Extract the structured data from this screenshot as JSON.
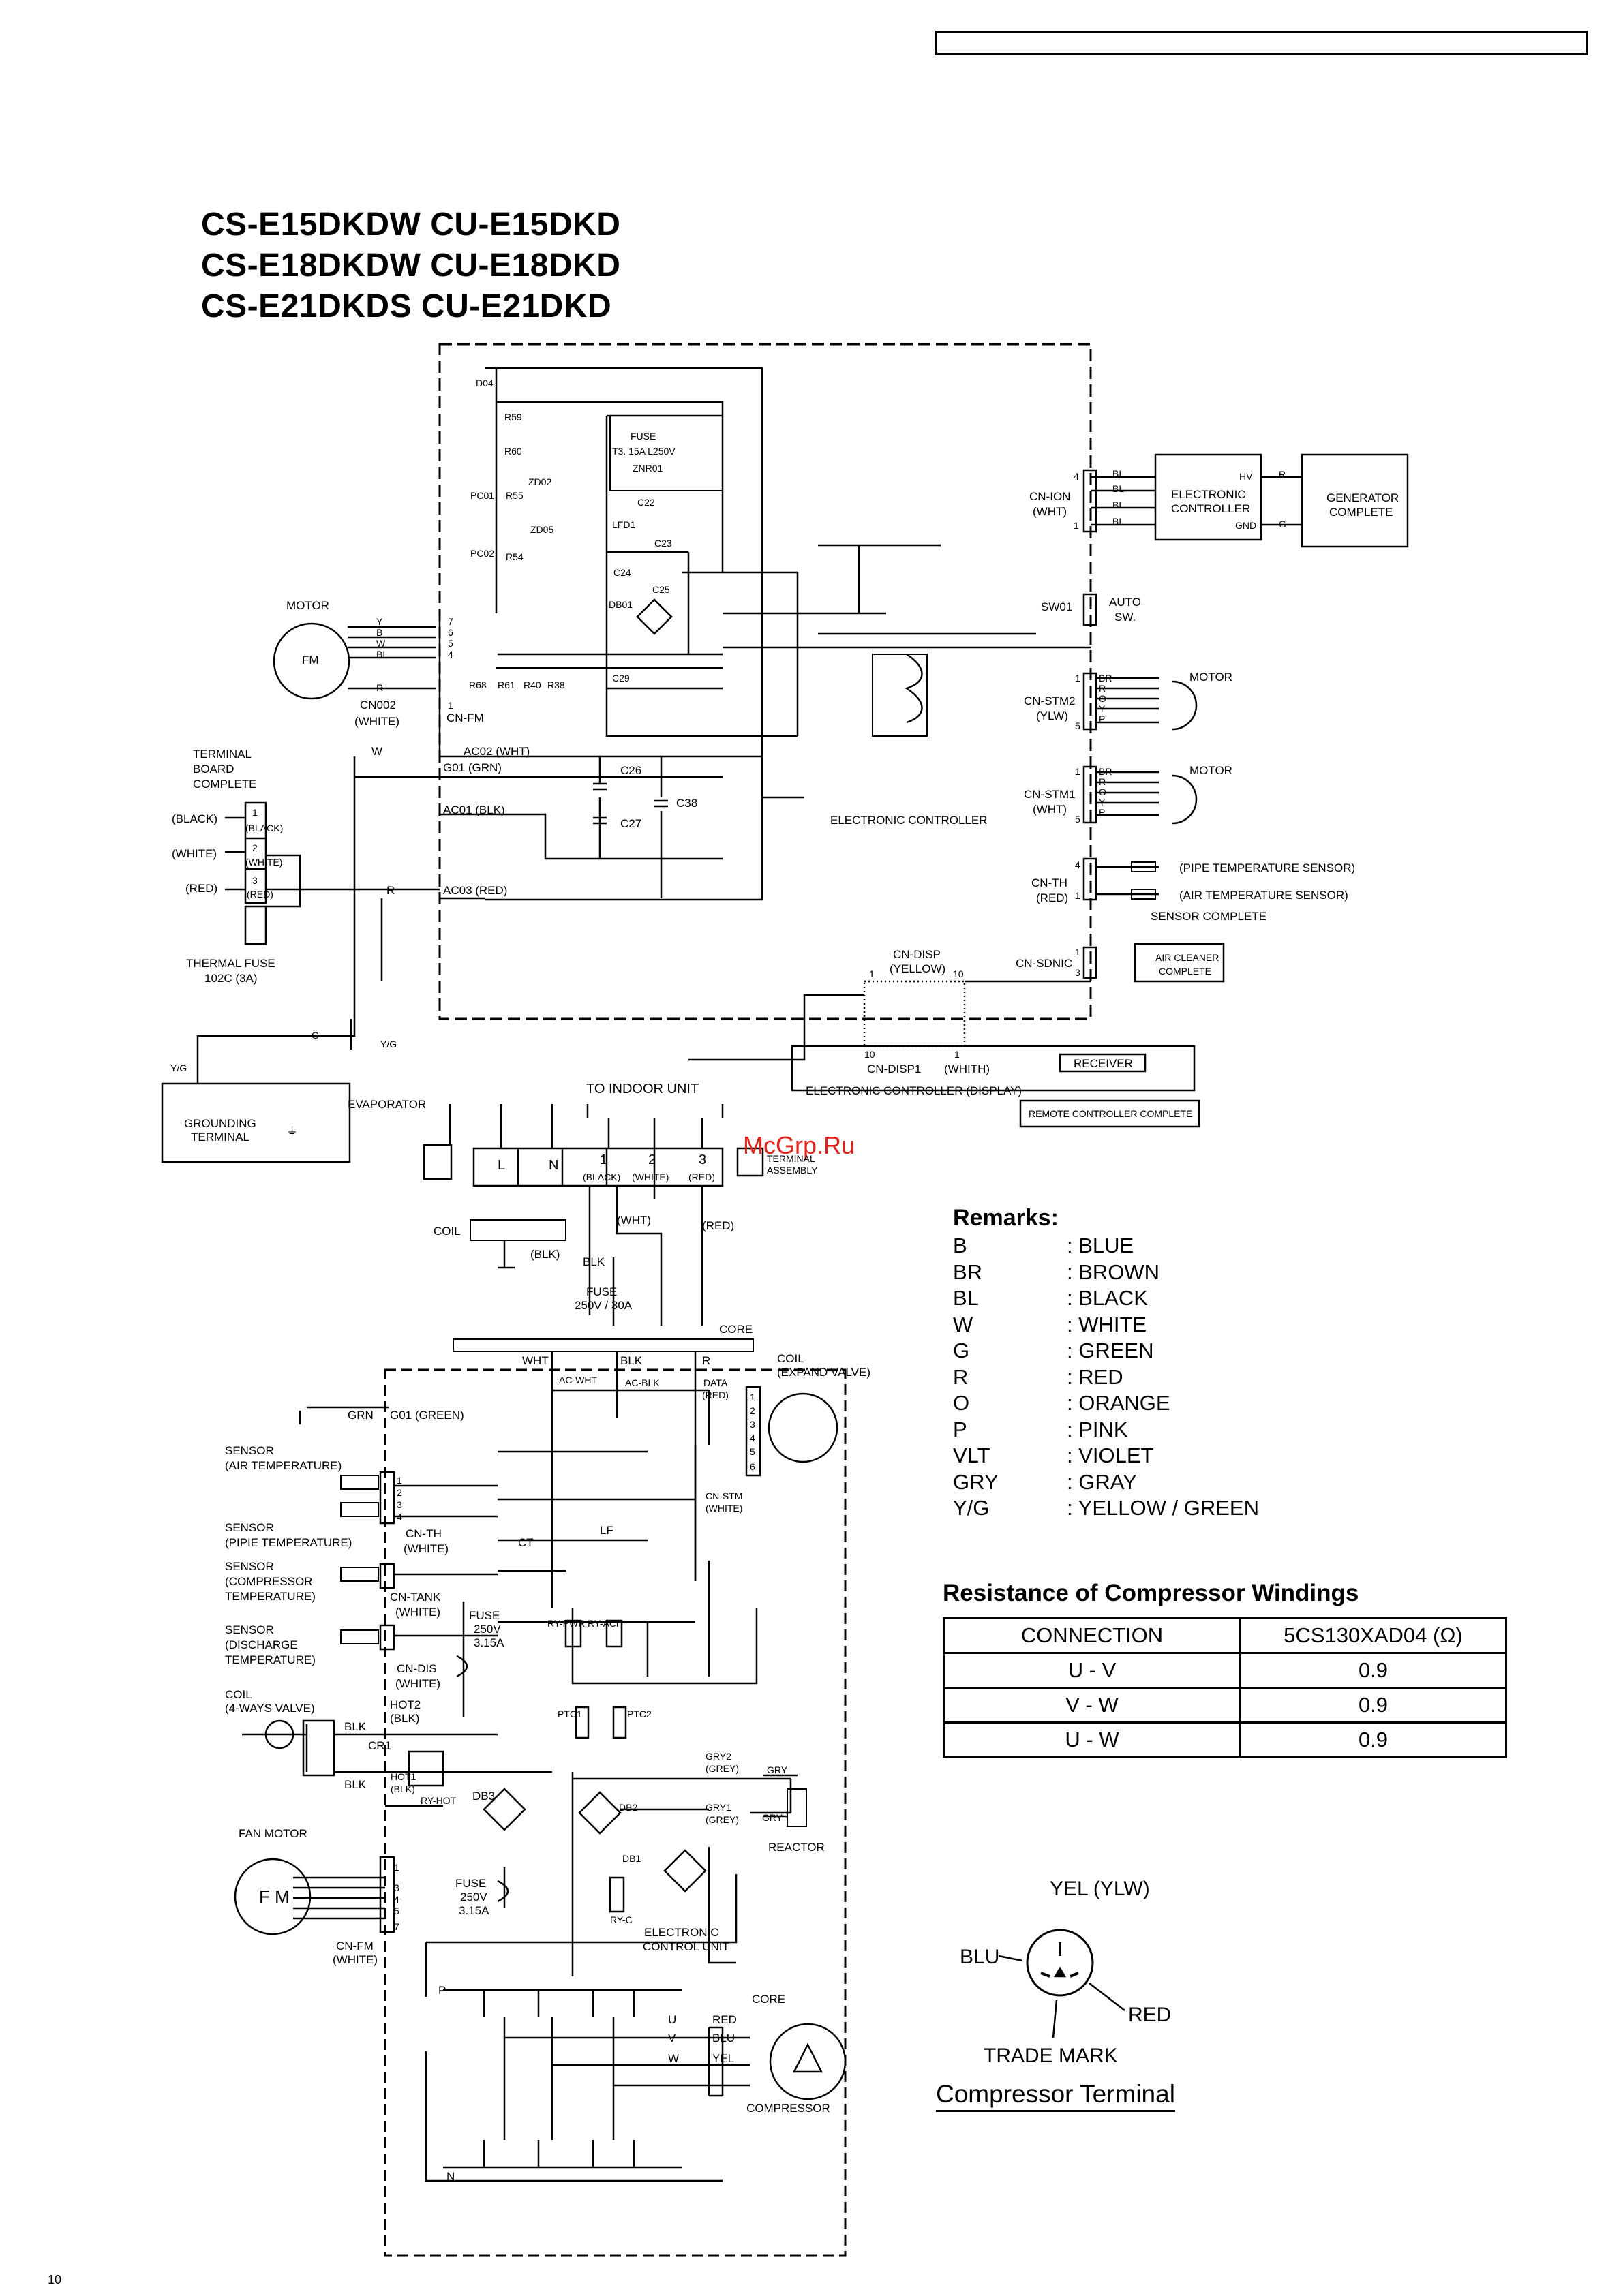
{
  "models": [
    "CS-E15DKDW  CU-E15DKD",
    "CS-E18DKDW  CU-E18DKD",
    "CS-E21DKDS  CU-E21DKD"
  ],
  "watermark": "McGrp.Ru",
  "indoor": {
    "motor_label": "MOTOR",
    "fm": "FM",
    "cn002": "CN002",
    "cn002_color": "(WHITE)",
    "cn_fm": "CN-FM",
    "motor_pins": [
      "7",
      "6",
      "5",
      "4",
      "1"
    ],
    "motor_wires": [
      "Y",
      "B",
      "W",
      "BL",
      "R"
    ],
    "resistors_row": [
      "R68",
      "R61",
      "R40",
      "R38"
    ],
    "terminal_board": [
      "TERMINAL",
      "BOARD",
      "COMPLETE"
    ],
    "terminal_rows": [
      {
        "wire": "(BLACK)",
        "num": "1",
        "color": "(BLACK)"
      },
      {
        "wire": "(WHITE)",
        "num": "2",
        "color": "(WHITE)"
      },
      {
        "wire": "(RED)",
        "num": "3",
        "color": "(RED)"
      }
    ],
    "thermal_fuse": [
      "THERMAL FUSE",
      "102C (3A)"
    ],
    "grounding": [
      "GROUNDING",
      "TERMINAL"
    ],
    "evaporator": "EVAPORATOR",
    "ground_wires": [
      "Y/G",
      "G",
      "Y/G"
    ],
    "ac_lines": [
      "AC02  (WHT)",
      "G01  (GRN)",
      "AC01  (BLK)",
      "AC03  (RED)"
    ],
    "w_label": "W",
    "r_label": "R",
    "caps": [
      "C26",
      "C27",
      "C38",
      "C29"
    ],
    "ctrl_parts": [
      "D04",
      "R59",
      "R60",
      "PC01",
      "R55",
      "R54",
      "ZD02",
      "ZD05",
      "PC02",
      "FUSE",
      "T3. 15A L250V",
      "ZNR01",
      "C22",
      "LFD1",
      "C23",
      "C24",
      "C25",
      "DB01"
    ],
    "electronic_controller": "ELECTRONIC CONTROLLER",
    "cn_ion": [
      "CN-ION",
      "(WHT)"
    ],
    "ion_pins": [
      "4",
      "1"
    ],
    "ion_wires": [
      "BL",
      "BL",
      "BL",
      "BL"
    ],
    "ion_controller": [
      "ELECTRONIC",
      "CONTROLLER"
    ],
    "ion_hv_gnd": [
      "HV",
      "GND"
    ],
    "ion_rg": [
      "R",
      "G"
    ],
    "generator": [
      "GENERATOR",
      "COMPLETE"
    ],
    "sw01": "SW01",
    "auto_sw": [
      "AUTO",
      "SW."
    ],
    "cn_stm2": [
      "CN-STM2",
      "(YLW)"
    ],
    "cn_stm1": [
      "CN-STM1",
      "(WHT)"
    ],
    "stm_wires": [
      "BR",
      "R",
      "O",
      "Y",
      "P"
    ],
    "stm_pins": [
      "1",
      "5"
    ],
    "motor2": "MOTOR",
    "cn_th": [
      "CN-TH",
      "(RED)"
    ],
    "th_pins": [
      "4",
      "1"
    ],
    "pipe_sensor": "(PIPE TEMPERATURE SENSOR)",
    "air_sensor": "(AIR TEMPERATURE SENSOR)",
    "sensor_complete": "SENSOR COMPLETE",
    "cn_sdnic": "CN-SDNIC",
    "sdnic_pins": [
      "1",
      "3"
    ],
    "air_cleaner": [
      "AIR CLEANER",
      "COMPLETE"
    ],
    "cn_disp": [
      "CN-DISP",
      "(YELLOW)"
    ],
    "disp_pins": [
      "1",
      "10"
    ],
    "cn_disp1": [
      "10",
      "CN-DISP1",
      "1",
      "(WHITH)"
    ],
    "receiver": "RECEIVER",
    "ec_display": "ELECTRONIC CONTROLLER (DISPLAY)",
    "remote": "REMOTE CONTROLLER COMPLETE"
  },
  "outdoor": {
    "to_indoor": "TO INDOOR UNIT",
    "terminals": [
      "L",
      "N",
      "1",
      "2",
      "3"
    ],
    "terminal_colors": [
      "(BLACK)",
      "(WHITE)",
      "(RED)"
    ],
    "terminal_assembly": [
      "TERMINAL",
      "ASSEMBLY"
    ],
    "coil": "COIL",
    "wht": "(WHT)",
    "red": "(RED)",
    "blk": "(BLK)",
    "blk2": "BLK",
    "fuse30": [
      "FUSE",
      "250V / 30A"
    ],
    "core": "CORE",
    "bus_labels": [
      "WHT",
      "BLK",
      "R"
    ],
    "grn": "GRN",
    "g01": "G01 (GREEN)",
    "ac_wht": "AC-WHT",
    "ac_blk": "AC-BLK",
    "data": [
      "DATA",
      "(RED)"
    ],
    "coil_expand": [
      "COIL",
      "(EXPAND VALVE)"
    ],
    "ev_pins": [
      "1",
      "2",
      "3",
      "4",
      "5",
      "6"
    ],
    "sensors": [
      [
        "SENSOR",
        "(AIR TEMPERATURE)"
      ],
      [
        "SENSOR",
        "(PIPIE TEMPERATURE)"
      ],
      [
        "SENSOR",
        "(COMPRESSOR",
        "TEMPERATURE)"
      ],
      [
        "SENSOR",
        "(DISCHARGE",
        "TEMPERATURE)"
      ]
    ],
    "th_pins": [
      "1",
      "2",
      "3",
      "4"
    ],
    "cn_th": [
      "CN-TH",
      "(WHITE)"
    ],
    "cn_tank": [
      "CN-TANK",
      "(WHITE)"
    ],
    "cn_dis": [
      "CN-DIS",
      "(WHITE)"
    ],
    "cn_stm": [
      "CN-STM",
      "(WHITE)"
    ],
    "ct": "CT",
    "lf": "LF",
    "ry_pwr": "RY-PWR",
    "ry_acl": "RY-ACl",
    "ptc": [
      "PTC1",
      "PTC2"
    ],
    "fuse315": [
      "FUSE",
      "250V",
      "3.15A"
    ],
    "coil4": [
      "COIL",
      "(4-WAYS VALVE)"
    ],
    "hot2": [
      "HOT2",
      "(BLK)"
    ],
    "blk_a": "BLK",
    "cr1": "CR1",
    "hot1": [
      "HOT1",
      "(BLK)"
    ],
    "ry_hot": "RY-HOT",
    "db3": "DB3",
    "db2": "DB2",
    "db1": "DB1",
    "gry2": [
      "GRY2",
      "(GREY)"
    ],
    "gry1": [
      "GRY1",
      "(GREY)"
    ],
    "gry": [
      "GRY",
      "GRY"
    ],
    "reactor": "REACTOR",
    "fan_motor": "FAN MOTOR",
    "fm": "F M",
    "cn_fm": [
      "CN-FM",
      "(WHITE)"
    ],
    "fm_pins": [
      "1",
      "3",
      "4",
      "5",
      "7"
    ],
    "ry_c": "RY-C",
    "ecu": [
      "ELECTRONIC",
      "CONTROL UNIT"
    ],
    "p": "P",
    "n": "N",
    "uvw": [
      "U",
      "V",
      "W"
    ],
    "uvw_colors": [
      "RED",
      "BLU",
      "YEL"
    ],
    "core2": "CORE",
    "compressor": "COMPRESSOR"
  },
  "remarks": {
    "title": "Remarks:",
    "items": [
      {
        "code": "B",
        "value": ": BLUE"
      },
      {
        "code": "BR",
        "value": ": BROWN"
      },
      {
        "code": "BL",
        "value": ": BLACK"
      },
      {
        "code": "W",
        "value": ": WHITE"
      },
      {
        "code": "G",
        "value": ": GREEN"
      },
      {
        "code": "R",
        "value": ": RED"
      },
      {
        "code": "O",
        "value": ": ORANGE"
      },
      {
        "code": "P",
        "value": ": PINK"
      },
      {
        "code": "VLT",
        "value": ": VIOLET"
      },
      {
        "code": "GRY",
        "value": ": GRAY"
      },
      {
        "code": "Y/G",
        "value": ": YELLOW / GREEN"
      }
    ]
  },
  "resistance": {
    "title": "Resistance of Compressor Windings",
    "headers": [
      "CONNECTION",
      "5CS130XAD04 (Ω)"
    ],
    "rows": [
      [
        "U - V",
        "0.9"
      ],
      [
        "V - W",
        "0.9"
      ],
      [
        "U - W",
        "0.9"
      ]
    ]
  },
  "compressor_terminal": {
    "yel": "YEL (YLW)",
    "blu": "BLU",
    "red": "RED",
    "trade_mark": "TRADE MARK",
    "title": "Compressor Terminal"
  },
  "footer": "10"
}
